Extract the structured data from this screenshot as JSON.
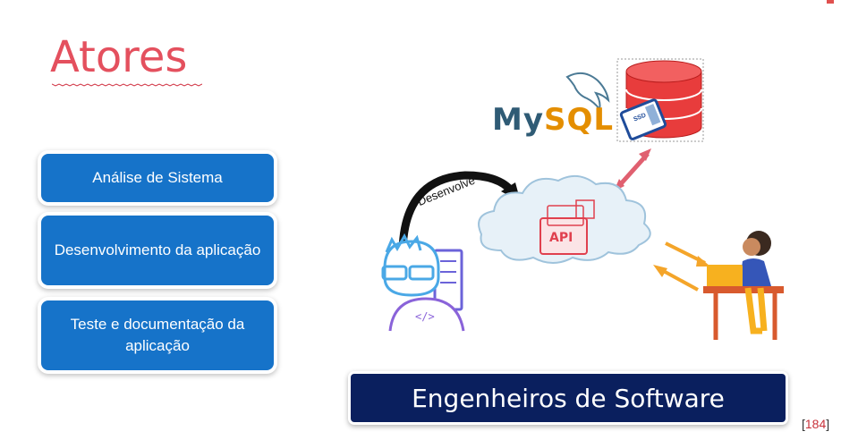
{
  "slide": {
    "title": "Atores",
    "roles": [
      {
        "label": "Análise de Sistema"
      },
      {
        "label": "Desenvolvimento da aplicação"
      },
      {
        "label": "Teste e documentação da aplicação"
      }
    ],
    "illustration": {
      "database_brand_my": "My",
      "database_brand_sql": "SQL",
      "ssd_label": "SSD",
      "arrow_label": "Desenvolve",
      "api_label": "API"
    },
    "banner_text": "Engenheiros de Software",
    "reference": {
      "open": "[",
      "number": "184",
      "close": "]"
    }
  },
  "colors": {
    "title": "#e4505e",
    "card": "#1673c9",
    "banner": "#0a1f5e",
    "database": "#e83c3c",
    "arrow_red": "#e06070",
    "arrow_orange": "#f4a52a"
  },
  "icons": [
    "mysql-logo-icon",
    "database-cylinder-icon",
    "ssd-icon",
    "cloud-icon",
    "developer-icon",
    "user-laptop-icon"
  ]
}
